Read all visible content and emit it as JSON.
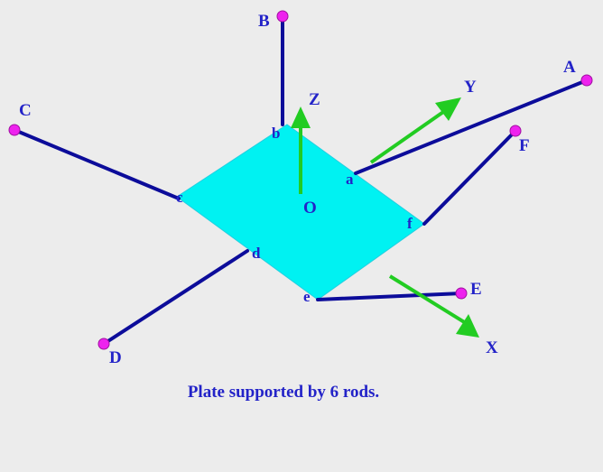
{
  "colors": {
    "background": "#ececec",
    "rod": "#0c0c9a",
    "plate": "#00f2f2",
    "plate_edge": "#22cfe0",
    "anchor": "#ee22ee",
    "axis": "#22cc22",
    "label": "#2323c8"
  },
  "labels": {
    "A": "A",
    "B": "B",
    "C": "C",
    "D": "D",
    "E": "E",
    "F": "F",
    "a": "a",
    "b": "b",
    "c": "c",
    "d": "d",
    "e": "e",
    "f": "f",
    "O": "O",
    "X": "X",
    "Y": "Y",
    "Z": "Z"
  },
  "caption": "Plate supported by 6 rods."
}
